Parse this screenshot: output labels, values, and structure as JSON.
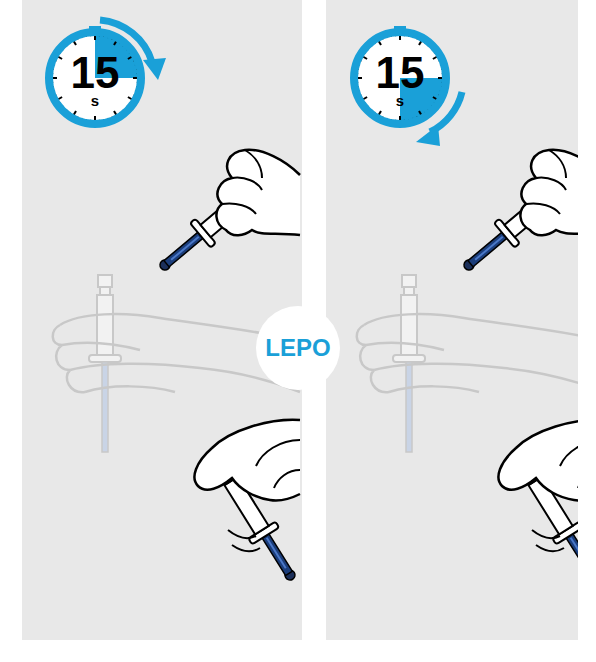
{
  "diagram": {
    "nodes": [
      {
        "text": [
          "15",
          "s"
        ]
      },
      {
        "text": [
          "15",
          "s"
        ]
      },
      {
        "text": [
          "LEPO"
        ]
      }
    ]
  }
}
